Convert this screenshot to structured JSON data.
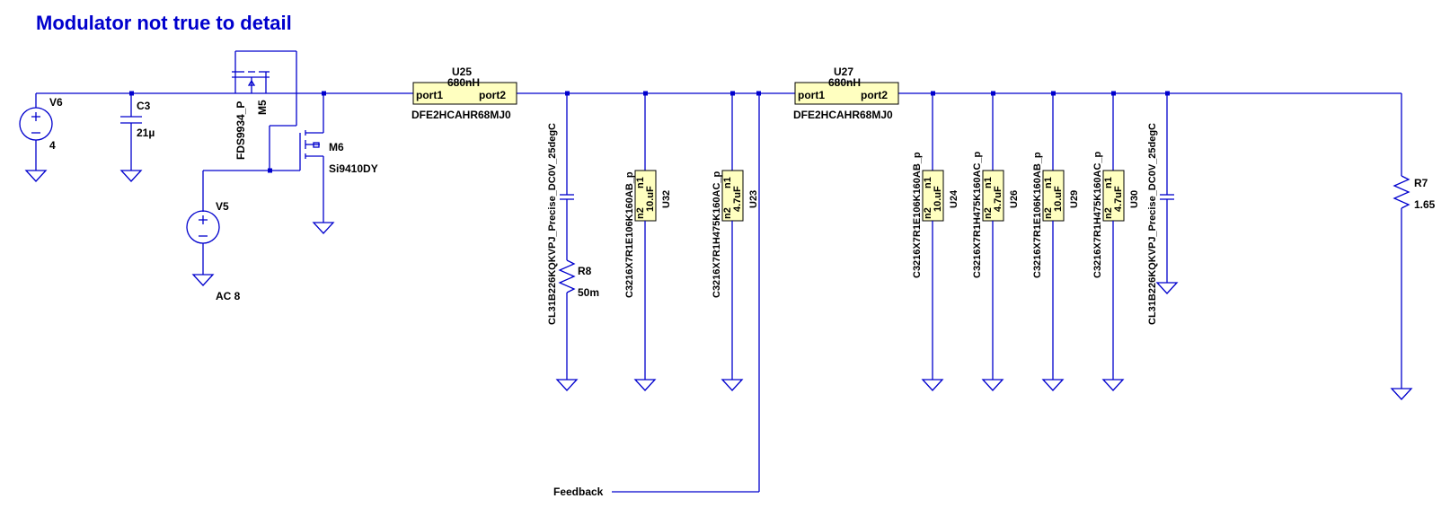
{
  "title": "Modulator not true to detail",
  "components": {
    "v6": {
      "name": "V6",
      "value": "4"
    },
    "c3": {
      "name": "C3",
      "value": "21µ"
    },
    "m5": {
      "name": "M5",
      "model": "FDS9934_P"
    },
    "m6": {
      "name": "M6",
      "model": "Si9410DY"
    },
    "v5": {
      "name": "V5",
      "value": "AC 8"
    },
    "u25": {
      "name": "U25",
      "value": "680nH",
      "port1": "port1",
      "port2": "port2",
      "model": "DFE2HCAHR68MJ0"
    },
    "u27": {
      "name": "U27",
      "value": "680nH",
      "port1": "port1",
      "port2": "port2",
      "model": "DFE2HCAHR68MJ0"
    },
    "cap_left": {
      "model": "CL31B226KQKVPJ_Precise_DC0V_25degC"
    },
    "cap_right": {
      "model": "CL31B226KQKVPJ_Precise_DC0V_25degC"
    },
    "r8": {
      "name": "R8",
      "value": "50m"
    },
    "r7": {
      "name": "R7",
      "value": "1.65"
    },
    "u32": {
      "name": "U32",
      "model": "C3216X7R1E106K160AB_p",
      "n1": "n1",
      "n2": "n2",
      "value": "10.uF"
    },
    "u23": {
      "name": "U23",
      "model": "C3216X7R1H475K160AC_p",
      "n1": "n1",
      "n2": "n2",
      "value": "4.7uF"
    },
    "u24": {
      "name": "U24",
      "model": "C3216X7R1E106K160AB_p",
      "n1": "n1",
      "n2": "n2",
      "value": "10.uF"
    },
    "u26": {
      "name": "U26",
      "model": "C3216X7R1H475K160AC_p",
      "n1": "n1",
      "n2": "n2",
      "value": "4.7uF"
    },
    "u29": {
      "name": "U29",
      "model": "C3216X7R1E106K160AB_p",
      "n1": "n1",
      "n2": "n2",
      "value": "10.uF"
    },
    "u30": {
      "name": "U30",
      "model": "C3216X7R1H475K160AC_p",
      "n1": "n1",
      "n2": "n2",
      "value": "4.7uF"
    }
  },
  "net_labels": {
    "feedback": "Feedback"
  },
  "colors": {
    "wire": "#0000cd",
    "component_fill": "#ffffc0",
    "title": "#0000cd"
  }
}
